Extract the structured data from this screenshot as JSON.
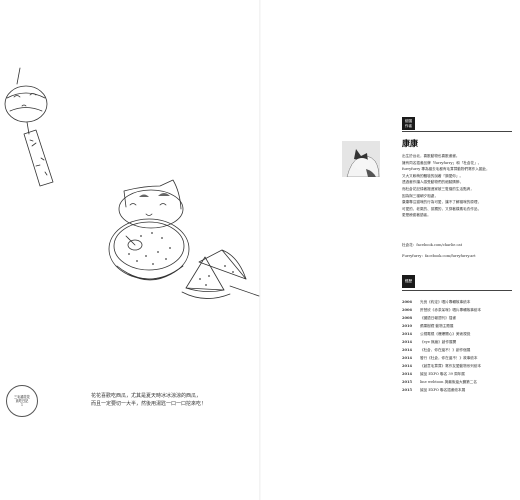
{
  "badge": {
    "lines": [
      "三毛貓花花",
      "貪吃日記",
      "1"
    ]
  },
  "caption": {
    "lines": [
      "花花喜歡吃西瓜，尤其是夏天時冰冰涼涼的西瓜，",
      "而且一定要切一大半，然後用湯匙一口一口挖來吃！"
    ]
  },
  "author": {
    "section_tag": [
      "繪圖",
      "作者"
    ],
    "name": "康康",
    "bio_lines": [
      "出生於台北，喜歡動物也喜歡畫畫。",
      "擁有同名插畫品牌「furryfurry」和「杜倉花」。",
      "furryfurry 專為貓去毛都有毛茸茸動物們寫作入圖此，",
      "又大又軟萌的體毯的說著「讚愛你」。",
      "透過畫作讓人感受動物們的細膩情節，",
      "而杜倉花記錄著搬進家被三隻貓的生活點滴，",
      "因為與三貓朝夕相處，",
      "康康專注猫咪的行為可愛，讓不了解貓咪的原理，",
      "可愛的、老氣的、孤獨的，又穿著樸素毛衣作品，",
      "更是療癒著讀者。"
    ],
    "links": [
      "杜倉花：facebook.com/charlie.cat",
      "Furryfurry：facebook.com/furryfurry.art"
    ]
  },
  "works": {
    "section_tag": [
      "經歷"
    ],
    "items": [
      {
        "year": "2006",
        "text": "光良《約定》唱片專輯故事繪本"
      },
      {
        "year": "2006",
        "text": "許慧欣《赤茶呆咪》唱片專輯故事繪本"
      },
      {
        "year": "2008",
        "text": "《國語日報週刊》插畫"
      },
      {
        "year": "2010",
        "text": "蘋果樹鐵 動物主題展"
      },
      {
        "year": "2014",
        "text": "公視電視《爆爆開心》美術視覺"
      },
      {
        "year": "2014",
        "text": "《eye 無痕》創作展開"
      },
      {
        "year": "2014",
        "text": "《杜倉，你在還不！》創作個展"
      },
      {
        "year": "2014",
        "text": "發行《杜倉，你在還不！》故事繪本"
      },
      {
        "year": "2014",
        "text": "《創意毛茸茸》寫作友愛動物系列繪本"
      },
      {
        "year": "2014",
        "text": "誠品 EXPO 聯名 39 周年展"
      },
      {
        "year": "2015",
        "text": "line webtoon 與最後還大賽第二名"
      },
      {
        "year": "2015",
        "text": "誠品 EXPO 聯名插畫繪本展"
      }
    ]
  }
}
